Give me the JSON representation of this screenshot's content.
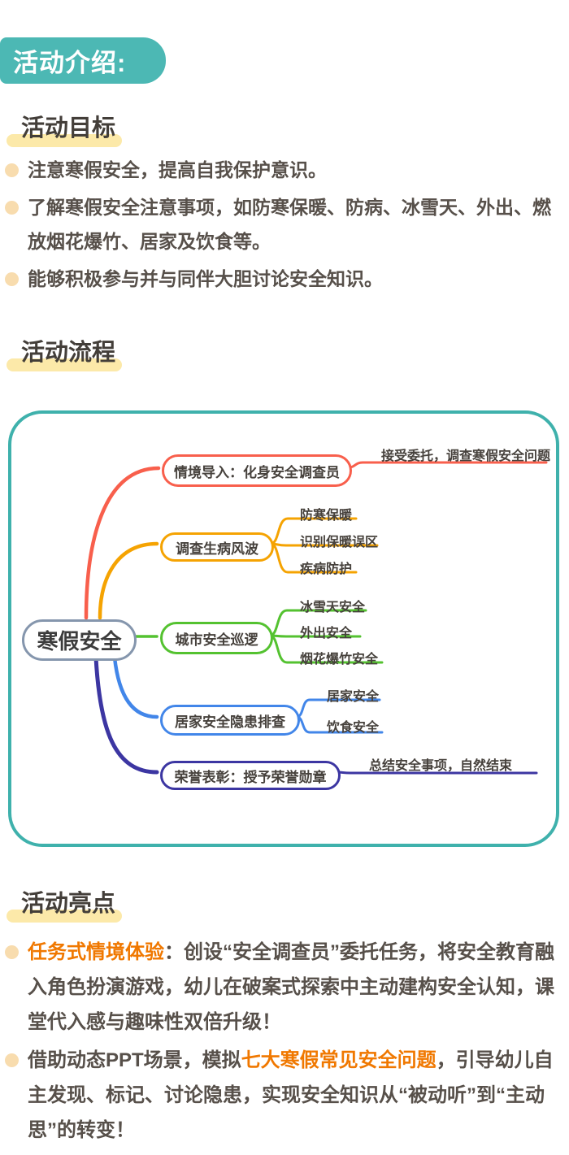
{
  "banner": {
    "label": "活动介绍:",
    "bg": "#4cb8b4"
  },
  "goals": {
    "title": "活动目标",
    "bullets": [
      "注意寒假安全，提高自我保护意识。",
      "了解寒假安全注意事项，如防寒保暖、防病、冰雪天、外出、燃放烟花爆竹、居家及饮食等。",
      "能够积极参与并与同伴大胆讨论安全知识。"
    ]
  },
  "process": {
    "title": "活动流程"
  },
  "mindmap": {
    "center": "寒假安全",
    "border_color": "#3fb1ac",
    "center_border_color": "#8596ad",
    "branches": [
      {
        "label": "情境导入：化身安全调查员",
        "color": "#f85f4c",
        "note": "接受委托，调查寒假安全问题"
      },
      {
        "label": "调查生病风波",
        "color": "#f5a302",
        "children": [
          "防寒保暖",
          "识别保暖误区",
          "疾病防护"
        ]
      },
      {
        "label": "城市安全巡逻",
        "color": "#54c230",
        "children": [
          "冰雪天安全",
          "外出安全",
          "烟花爆竹安全"
        ]
      },
      {
        "label": "居家安全隐患排查",
        "color": "#4286e9",
        "children": [
          "居家安全",
          "饮食安全"
        ]
      },
      {
        "label": "荣誉表彰：授予荣誉勋章",
        "color": "#3c36a2",
        "note": "总结安全事项，自然结束"
      }
    ]
  },
  "highlights": {
    "title": "活动亮点",
    "bullets": [
      {
        "pre": "",
        "accent": "任务式情境体验",
        "post": "：创设“安全调查员”委托任务，将安全教育融入角色扮演游戏，幼儿在破案式探索中主动建构安全认知，课堂代入感与趣味性双倍升级！"
      },
      {
        "pre": "借助动态PPT场景，模拟",
        "accent": "七大寒假常见安全问题",
        "post": "，引导幼儿自主发现、标记、讨论隐患，实现安全知识从“被动听”到“主动思”的转变！"
      }
    ]
  },
  "colors": {
    "banner_bg": "#4cb8b4",
    "highlight_bar": "#fce9a9",
    "accent_text": "#f07800",
    "bullet_dot": "#f8dcae",
    "body_text": "#57504a"
  }
}
